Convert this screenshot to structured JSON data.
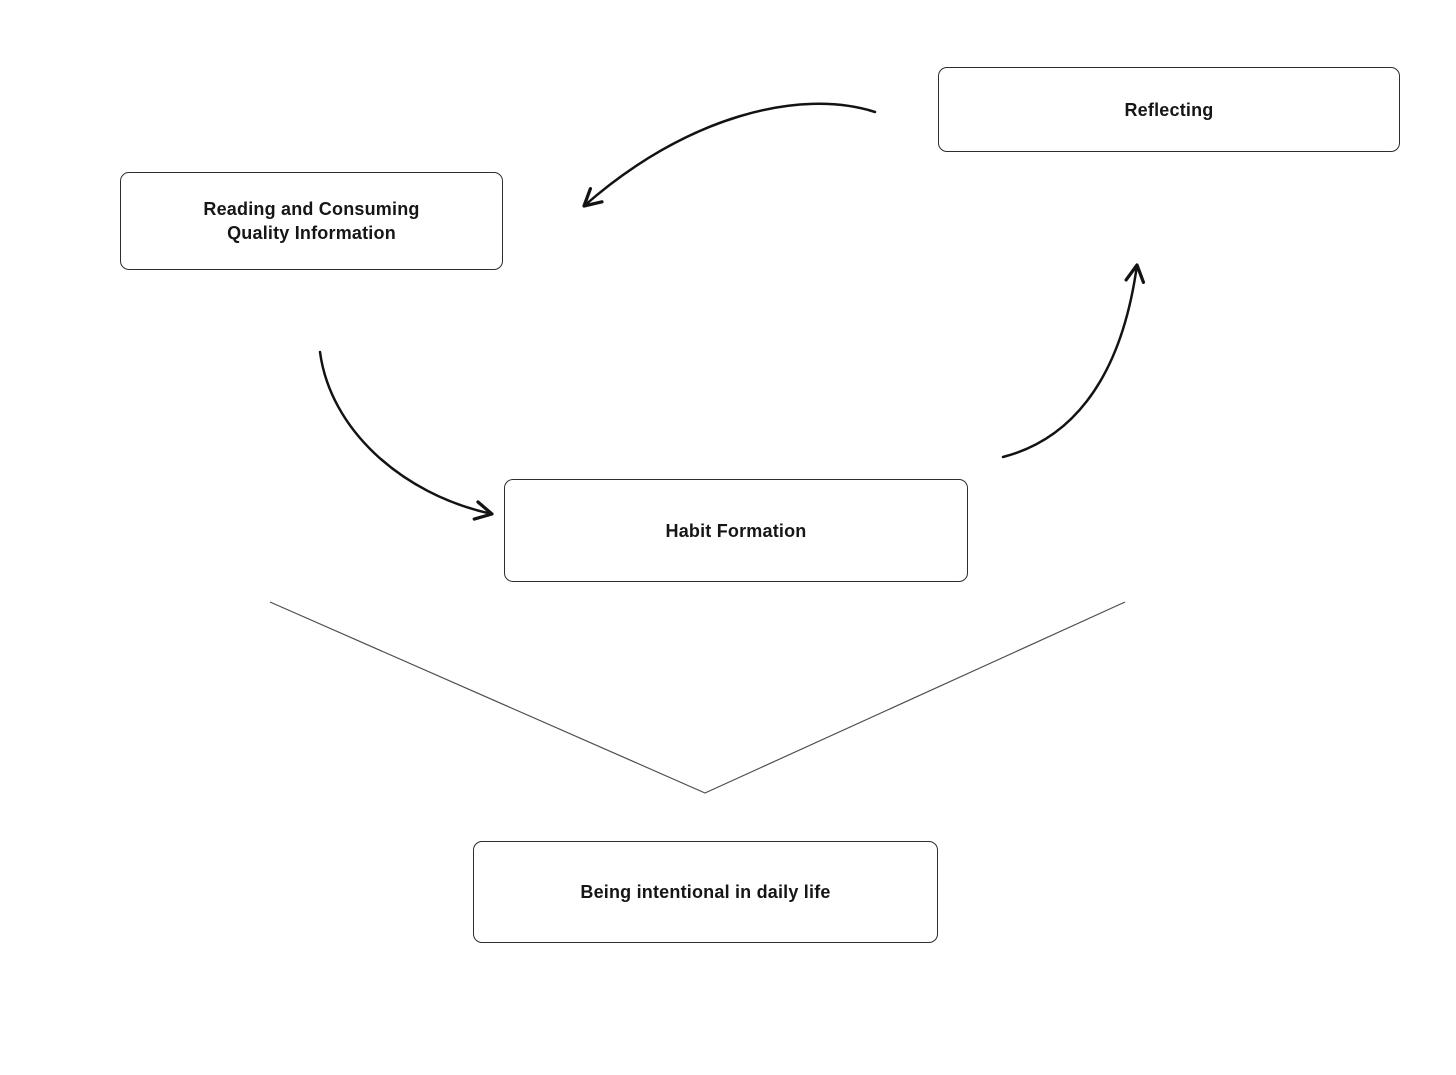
{
  "diagram": {
    "nodes": [
      {
        "id": "reflecting",
        "label": "Reflecting"
      },
      {
        "id": "reading",
        "label": "Reading and Consuming Quality Information"
      },
      {
        "id": "habit",
        "label": "Habit Formation"
      },
      {
        "id": "intentional",
        "label": "Being intentional in daily life"
      }
    ],
    "edges": [
      {
        "from": "Reflecting",
        "to": "Reading and Consuming Quality Information",
        "style": "curved-arrow"
      },
      {
        "from": "Reading and Consuming Quality Information",
        "to": "Habit Formation",
        "style": "curved-arrow"
      },
      {
        "from": "Habit Formation",
        "to": "Reflecting",
        "style": "curved-arrow"
      },
      {
        "from": "cycle",
        "to": "Being intentional in daily life",
        "style": "chevron-converging-lines"
      }
    ],
    "colors": {
      "background": "#ffffff",
      "node_fill": "#ffffff",
      "node_border": "#2d2d2d",
      "text": "#161616",
      "arrow": "#131313",
      "chevron_line": "#4f4f4f"
    }
  }
}
